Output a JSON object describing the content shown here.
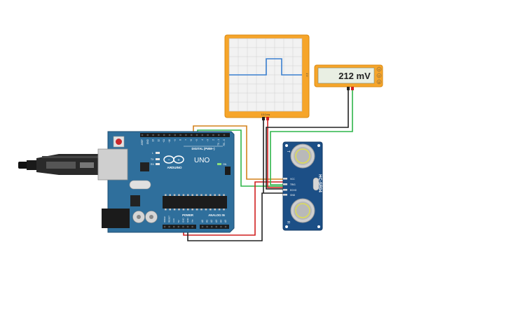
{
  "colors": {
    "board": "#2f6f9c",
    "board_edge": "#1f4f73",
    "scope_frame": "#f6a52a",
    "sensor_board": "#1c4f86",
    "wire_orange": "#d4821c",
    "wire_green": "#2fb54a",
    "wire_red": "#d11f1f",
    "wire_black": "#222222",
    "trace": "#3a7fd0"
  },
  "oscilloscope": {
    "side_label": "1 V",
    "bottom_label": "10.0 ms"
  },
  "multimeter": {
    "reading": "212 mV",
    "mode_buttons": [
      "V",
      "A",
      "Ω"
    ]
  },
  "arduino": {
    "brand": "ARDUINO",
    "model": "UNO",
    "digital_header_label": "DIGITAL (PWM~)",
    "power_label": "POWER",
    "analog_label": "ANALOG IN",
    "on_label": "ON",
    "led_labels": [
      "L",
      "TX",
      "RX"
    ],
    "digital_pins": [
      "AREF",
      "GND",
      "13",
      "12",
      "~11",
      "~10",
      "~9",
      "8",
      "7",
      "~6",
      "~5",
      "4",
      "~3",
      "2",
      "TX→1",
      "RX←0"
    ],
    "power_pins": [
      "IOREF",
      "RESET",
      "3.3V",
      "5V",
      "GND",
      "GND",
      "Vin"
    ],
    "analog_pins": [
      "A0",
      "A1",
      "A2",
      "A3",
      "A4",
      "A5"
    ]
  },
  "sensor": {
    "name": "HC-SR04",
    "pins": [
      "VCC",
      "TRIG",
      "ECHO",
      "GND"
    ],
    "tr_t": "T",
    "tr_r": "R"
  },
  "usb": {
    "icon": "usb-cable-icon"
  }
}
